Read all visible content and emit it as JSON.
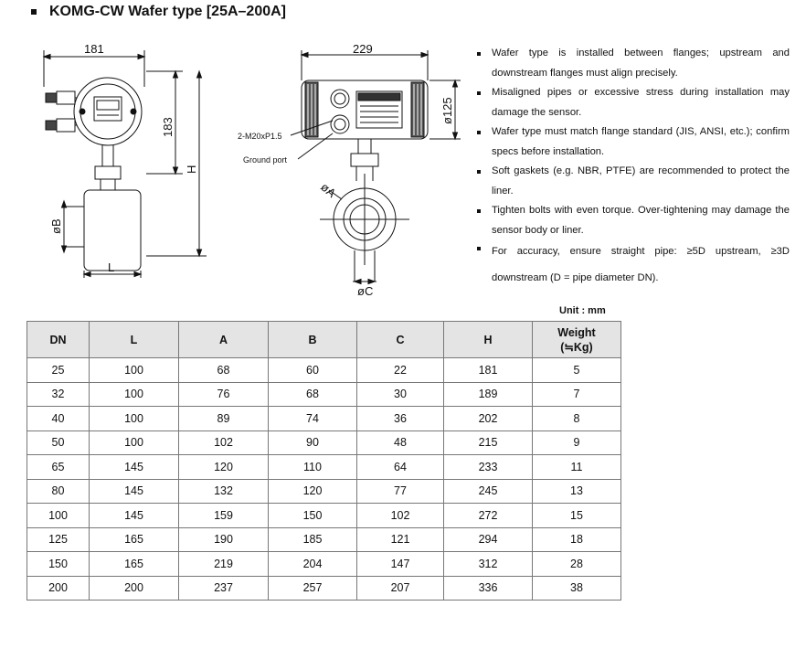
{
  "title": "KOMG-CW Wafer type [25A–200A]",
  "drawings": {
    "side_view": {
      "width_label": "181",
      "height_label": "183",
      "total_height_label": "H",
      "bore_label": "øB",
      "length_label": "L"
    },
    "front_view": {
      "width_label": "229",
      "head_label": "ø125",
      "thread_label": "2-M20xP1.5",
      "ground_label": "Ground port",
      "flange_label": "øA",
      "pipe_label": "øC"
    }
  },
  "notes": [
    "Wafer type is installed between flanges; upstream and downstream flanges must align precisely.",
    "Misaligned pipes or excessive stress during installation may damage the sensor.",
    "Wafer type must match flange standard (JIS, ANSI, etc.); confirm specs before installation.",
    "Soft gaskets (e.g. NBR, PTFE) are recommended to protect the liner.",
    "Tighten bolts with even torque. Over-tightening may damage the sensor body or liner.",
    "For accuracy, ensure straight pipe: ≥5D upstream, ≥3D downstream (D = pipe diameter DN)."
  ],
  "unit_label": "Unit : mm",
  "table": {
    "headers": [
      "DN",
      "L",
      "A",
      "B",
      "C",
      "H",
      "Weight\n(≒Kg)"
    ],
    "rows": [
      [
        "25",
        "100",
        "68",
        "60",
        "22",
        "181",
        "5"
      ],
      [
        "32",
        "100",
        "76",
        "68",
        "30",
        "189",
        "7"
      ],
      [
        "40",
        "100",
        "89",
        "74",
        "36",
        "202",
        "8"
      ],
      [
        "50",
        "100",
        "102",
        "90",
        "48",
        "215",
        "9"
      ],
      [
        "65",
        "145",
        "120",
        "110",
        "64",
        "233",
        "11"
      ],
      [
        "80",
        "145",
        "132",
        "120",
        "77",
        "245",
        "13"
      ],
      [
        "100",
        "145",
        "159",
        "150",
        "102",
        "272",
        "15"
      ],
      [
        "125",
        "165",
        "190",
        "185",
        "121",
        "294",
        "18"
      ],
      [
        "150",
        "165",
        "219",
        "204",
        "147",
        "312",
        "28"
      ],
      [
        "200",
        "200",
        "237",
        "257",
        "207",
        "336",
        "38"
      ]
    ]
  }
}
